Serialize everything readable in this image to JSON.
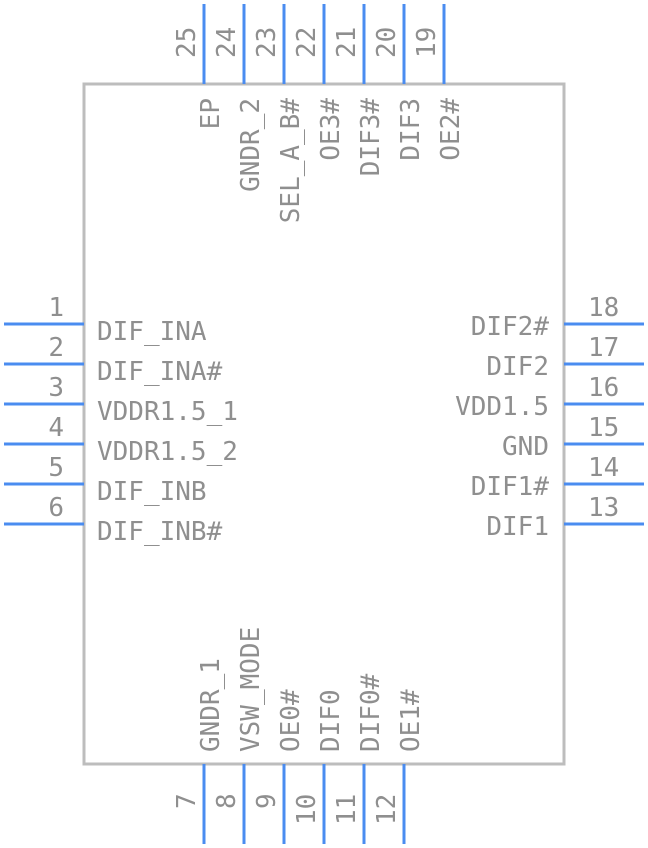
{
  "colors": {
    "pin": "#4a8cf0",
    "body": "#bdbdbd",
    "text": "#8f8f8f",
    "background": "#ffffff"
  },
  "pins": {
    "left": [
      {
        "number": "1",
        "name": "DIF_INA"
      },
      {
        "number": "2",
        "name": "DIF_INA#"
      },
      {
        "number": "3",
        "name": "VDDR1.5_1"
      },
      {
        "number": "4",
        "name": "VDDR1.5_2"
      },
      {
        "number": "5",
        "name": "DIF_INB"
      },
      {
        "number": "6",
        "name": "DIF_INB#"
      }
    ],
    "bottom": [
      {
        "number": "7",
        "name": "GNDR_1"
      },
      {
        "number": "8",
        "name": "VSW_MODE"
      },
      {
        "number": "9",
        "name": "OE0#"
      },
      {
        "number": "10",
        "name": "DIF0"
      },
      {
        "number": "11",
        "name": "DIF0#"
      },
      {
        "number": "12",
        "name": "OE1#"
      }
    ],
    "right": [
      {
        "number": "13",
        "name": "DIF1"
      },
      {
        "number": "14",
        "name": "DIF1#"
      },
      {
        "number": "15",
        "name": "GND"
      },
      {
        "number": "16",
        "name": "VDD1.5"
      },
      {
        "number": "17",
        "name": "DIF2"
      },
      {
        "number": "18",
        "name": "DIF2#"
      }
    ],
    "top": [
      {
        "number": "19",
        "name": "OE2#"
      },
      {
        "number": "20",
        "name": "DIF3"
      },
      {
        "number": "21",
        "name": "DIF3#"
      },
      {
        "number": "22",
        "name": "OE3#"
      },
      {
        "number": "23",
        "name": "SEL_A_B#"
      },
      {
        "number": "24",
        "name": "GNDR_2"
      },
      {
        "number": "25",
        "name": "EP"
      }
    ]
  }
}
